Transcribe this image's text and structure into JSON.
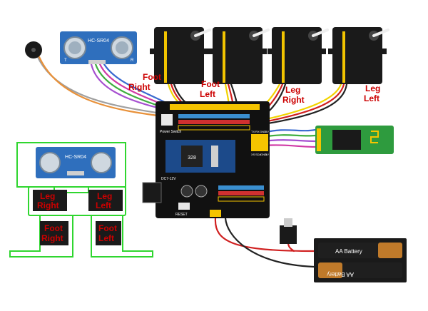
{
  "servos": [
    {
      "label_line1": "Foot",
      "label_line2": "Right"
    },
    {
      "label_line1": "Foot",
      "label_line2": "Left"
    },
    {
      "label_line1": "Leg",
      "label_line2": "Right"
    },
    {
      "label_line1": "Leg",
      "label_line2": "Left"
    }
  ],
  "ultrasonic": {
    "model": "HC-SR04",
    "pin_t": "T",
    "pin_r": "R"
  },
  "robot_outline": {
    "sensor_model": "HC-SR04",
    "leg_right": {
      "line1": "Leg",
      "line2": "Right"
    },
    "leg_left": {
      "line1": "Leg",
      "line2": "Left"
    },
    "foot_right": {
      "line1": "Foot",
      "line2": "Right"
    },
    "foot_left": {
      "line1": "Foot",
      "line2": "Left"
    }
  },
  "board": {
    "power_label": "Power Switch",
    "dc_label": "DC7-12V",
    "reset_label": "RESET",
    "chip_label": "328",
    "bt_header": [
      "TX",
      "RX",
      "GND",
      "5V"
    ],
    "bt_header2": [
      "XS",
      "SDA",
      "GND",
      "5V"
    ]
  },
  "battery": {
    "cell1": "AA Battery",
    "cell2": "AA Battery"
  },
  "colors": {
    "servo_body": "#1a1a1a",
    "servo_stripe": "#f2c400",
    "label_red": "#cc0000",
    "sensor_blue": "#2f6fbd",
    "outline_green": "#2fd62f",
    "bt_green": "#2e9b3e",
    "board_black": "#111111",
    "header_yellow": "#f5c400"
  }
}
